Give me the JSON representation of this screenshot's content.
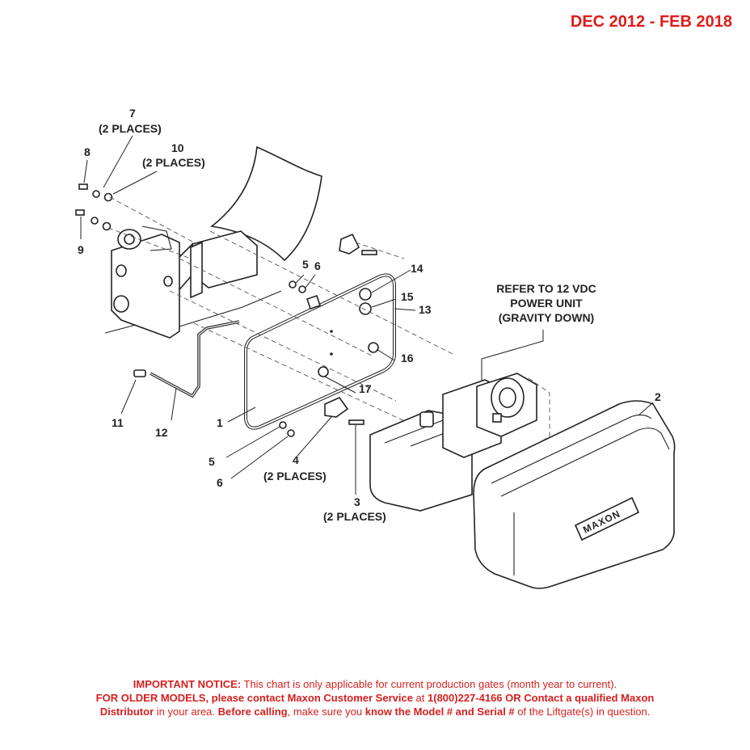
{
  "header": {
    "date_range": "DEC 2012 - FEB 2018"
  },
  "callouts": {
    "c1": "1",
    "c2": "2",
    "c3": "3",
    "c3_note": "(2 PLACES)",
    "c4": "4",
    "c4_note": "(2 PLACES)",
    "c5_top": "5",
    "c5_bottom": "5",
    "c6_top": "6",
    "c6_bottom": "6",
    "c7": "7",
    "c7_note": "(2 PLACES)",
    "c8": "8",
    "c9": "9",
    "c10": "10",
    "c10_note": "(2 PLACES)",
    "c11": "11",
    "c12": "12",
    "c13": "13",
    "c14": "14",
    "c15": "15",
    "c16": "16",
    "c17": "17"
  },
  "power_unit_ref": {
    "line1": "REFER TO 12 VDC",
    "line2": "POWER UNIT",
    "line3": "(GRAVITY DOWN)"
  },
  "cover_logo": "MAXON",
  "notice": {
    "p1_bold": "IMPORTANT NOTICE:",
    "p1_text": " This chart is only applicable for current production gates (month year to current).",
    "p2_bold_a": "FOR OLDER MODELS, please contact Maxon Customer Service",
    "p2_text_a": " at ",
    "p2_bold_b": "1(800)227-4166 OR Contact a qualified Maxon",
    "p3_bold_a": "Distributor",
    "p3_text_a": " in your area. ",
    "p3_bold_b": "Before calling",
    "p3_text_b": ", make sure you ",
    "p3_bold_c": "know the Model # and Serial #",
    "p3_text_c": " of the Liftgate(s) in question."
  },
  "colors": {
    "header_red": "#e01b1b",
    "notice_red": "#d62020",
    "line": "#222222"
  }
}
